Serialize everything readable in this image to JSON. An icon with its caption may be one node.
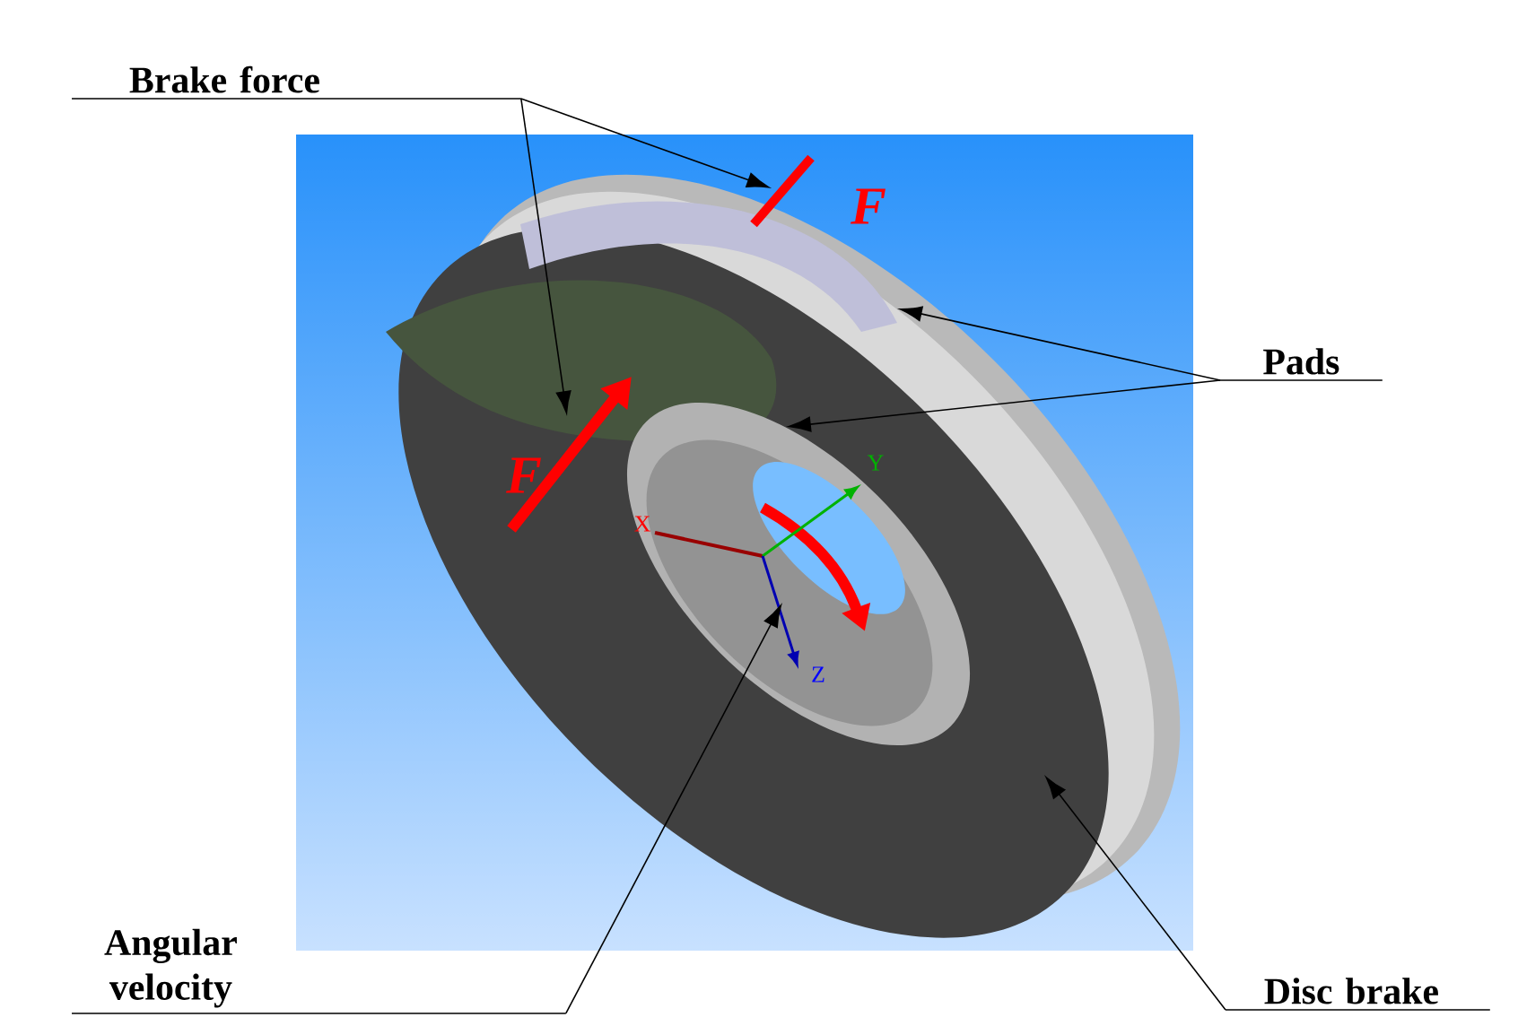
{
  "diagram": {
    "nodes": [
      {
        "text": [
          "Brake force"
        ]
      },
      {
        "text": [
          "Pads"
        ]
      },
      {
        "text": [
          "Angular velocity"
        ]
      },
      {
        "text": [
          "Disc brake"
        ]
      }
    ],
    "edges": [
      {
        "from": 0,
        "to": null,
        "arrow": "to"
      },
      {
        "from": 0,
        "to": null,
        "arrow": "to"
      },
      {
        "from": 1,
        "to": null,
        "arrow": "to"
      },
      {
        "from": 1,
        "to": null,
        "arrow": "to"
      },
      {
        "from": 2,
        "to": null,
        "arrow": "to"
      },
      {
        "from": 3,
        "to": null,
        "arrow": "to"
      }
    ],
    "labels": [
      "F",
      "F",
      "X",
      "Y",
      "Z"
    ]
  }
}
